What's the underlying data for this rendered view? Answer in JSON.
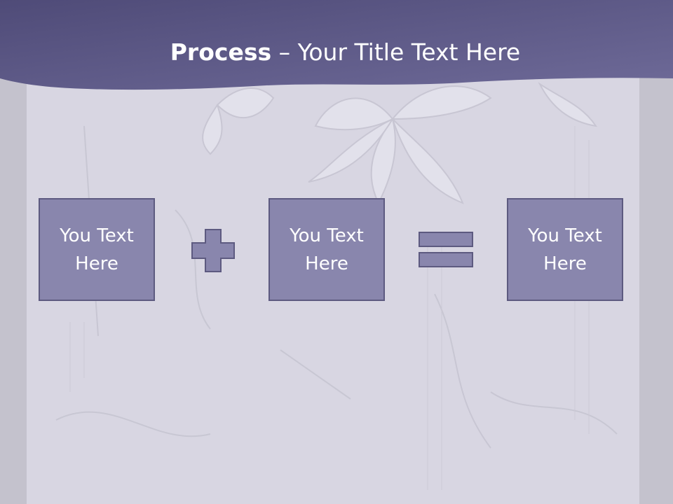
{
  "slide": {
    "title_bold": "Process",
    "title_rest": " – Your Title Text Here"
  },
  "process": {
    "boxes": [
      {
        "label": "You Text Here"
      },
      {
        "label": "You Text Here"
      },
      {
        "label": "You Text Here"
      }
    ],
    "operators": [
      "plus-icon",
      "equals-icon"
    ]
  },
  "colors": {
    "header": "#5f5a8a",
    "box_fill": "#8986ad",
    "box_border": "#5d5a80",
    "background": "#d8d6e2"
  }
}
